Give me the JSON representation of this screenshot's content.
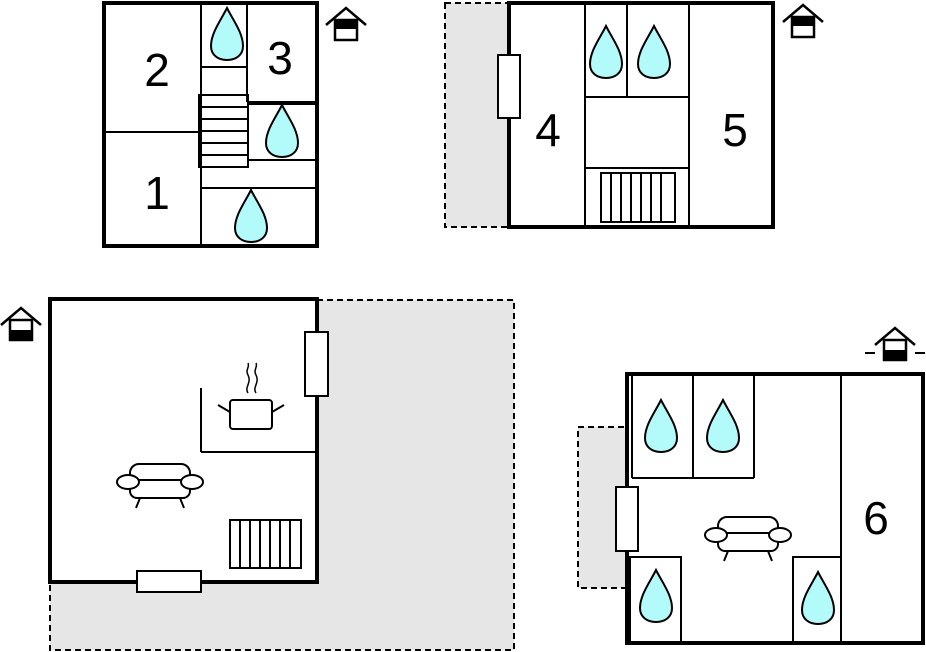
{
  "rooms": {
    "r1": "1",
    "r2": "2",
    "r3": "3",
    "r4": "4",
    "r5": "5",
    "r6": "6"
  },
  "colors": {
    "water": "#b3fbfb",
    "terrace": "#e6e6e6",
    "wall": "#000000"
  },
  "icons": [
    "floor-indicator-icon",
    "bathroom-drop-icon",
    "stairs-icon",
    "radiator-icon",
    "cooking-pot-icon",
    "sofa-icon",
    "window-icon"
  ]
}
